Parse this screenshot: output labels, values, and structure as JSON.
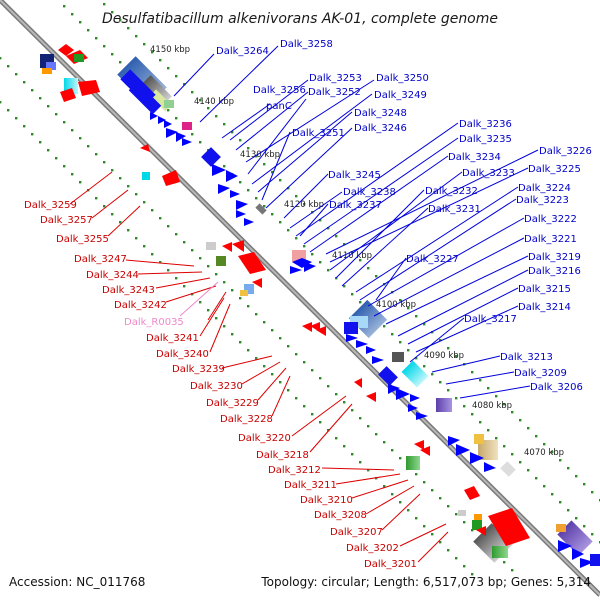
{
  "title": "Desulfatibacillum alkenivorans AK-01, complete genome",
  "footer": {
    "accession": "Accession: NC_011768",
    "summary": "Topology: circular; Length: 6,517,073 bp; Genes: 5,314"
  },
  "colors": {
    "forward_strand": "#0000ff",
    "reverse_strand": "#ff0000",
    "rna_label": "#ee88cc",
    "backbone": "#888888",
    "tick_dots": "#2e8b2e"
  },
  "axis_ticks": [
    "4150 kbp",
    "4140 kbp",
    "4130 kbp",
    "4120 kbp",
    "4110 kbp",
    "4100 kbp",
    "4090 kbp",
    "4080 kbp",
    "4070 kbp"
  ],
  "forward_labels": [
    "Dalk_3264",
    "Dalk_3258",
    "Dalk_3256",
    "Dalk_3253",
    "Dalk_3250",
    "panC",
    "Dalk_3252",
    "Dalk_3249",
    "Dalk_3248",
    "Dalk_3251",
    "Dalk_3246",
    "Dalk_3236",
    "Dalk_3235",
    "Dalk_3226",
    "Dalk_3234",
    "Dalk_3225",
    "Dalk_3245",
    "Dalk_3233",
    "Dalk_3238",
    "Dalk_3232",
    "Dalk_3224",
    "Dalk_3223",
    "Dalk_3237",
    "Dalk_3231",
    "Dalk_3222",
    "Dalk_3221",
    "Dalk_3227",
    "Dalk_3219",
    "Dalk_3216",
    "Dalk_3215",
    "Dalk_3214",
    "Dalk_3217",
    "Dalk_3213",
    "Dalk_3209",
    "Dalk_3206"
  ],
  "reverse_labels": [
    "Dalk_3259",
    "Dalk_3257",
    "Dalk_3255",
    "Dalk_3247",
    "Dalk_3244",
    "Dalk_3243",
    "Dalk_3242",
    "Dalk_R0035",
    "Dalk_3241",
    "Dalk_3240",
    "Dalk_3239",
    "Dalk_3230",
    "Dalk_3229",
    "Dalk_3228",
    "Dalk_3220",
    "Dalk_3218",
    "Dalk_3212",
    "Dalk_3211",
    "Dalk_3210",
    "Dalk_3208",
    "Dalk_3207",
    "Dalk_3202",
    "Dalk_3201"
  ]
}
